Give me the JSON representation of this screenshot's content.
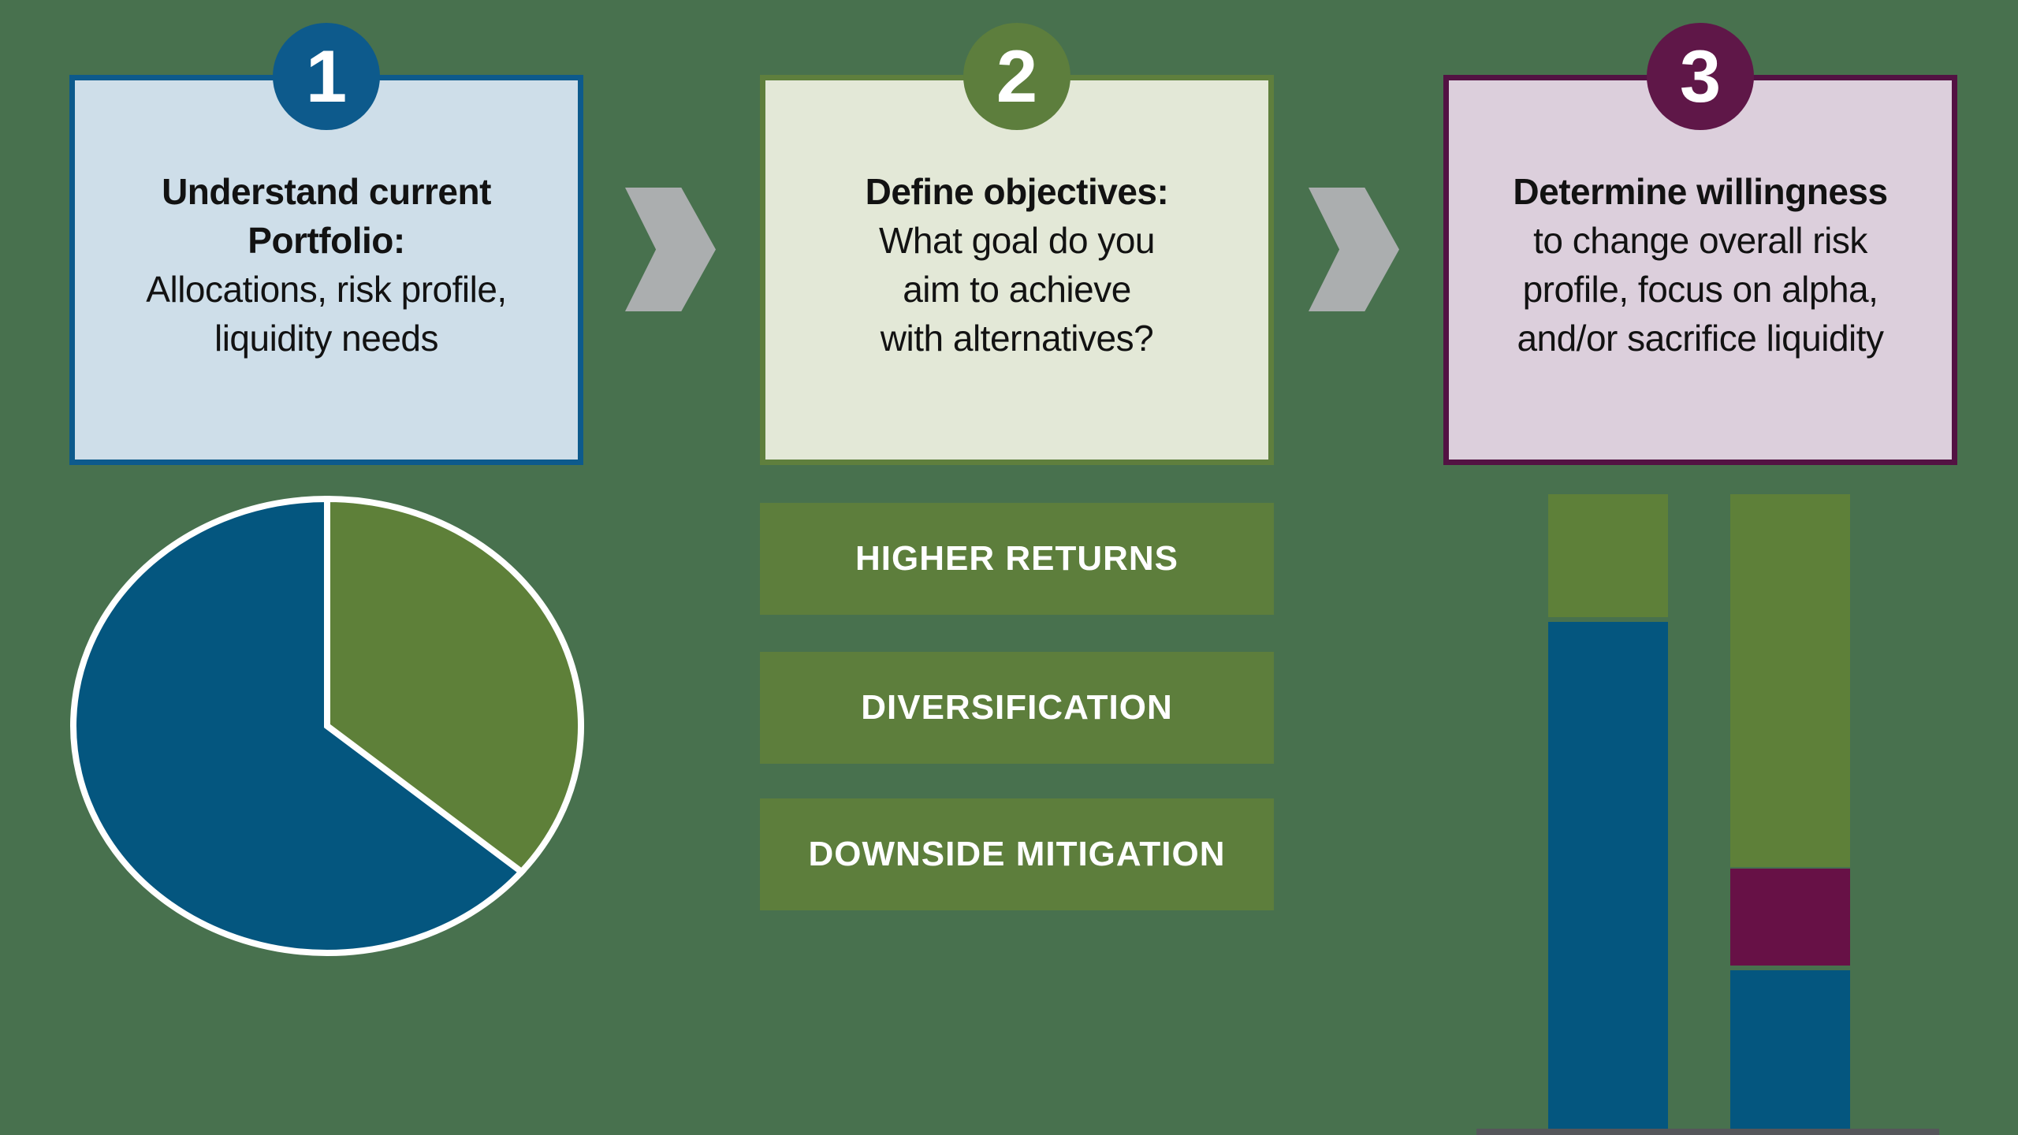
{
  "palette": {
    "background": "#48714E",
    "blue": "#04567F",
    "blue_badge": "#0D5A8C",
    "olive_green": "#5D7E3C",
    "pie_bar_green": "#5E8039",
    "plum": "#5F1748",
    "plum_border": "#531243",
    "bar_purple": "#671146",
    "box1_fill": "#CEDEE9",
    "box2_fill": "#E3E8D7",
    "box3_fill": "#DCCFDC",
    "chevron_gray": "#ABAEAF",
    "axis_gray": "#55565A",
    "text_dark": "#121212",
    "text_light": "#FFFFFF"
  },
  "steps": [
    {
      "number": "1",
      "line1": "Understand current",
      "line2": "Portfolio:",
      "line3": "Allocations, risk profile,",
      "line4": "liquidity needs"
    },
    {
      "number": "2",
      "line1": "Define objectives:",
      "line2": "What goal do you",
      "line3": "aim to achieve",
      "line4": "with alternatives?"
    },
    {
      "number": "3",
      "line1": "Determine willingness",
      "line2": "to change overall risk",
      "line3": "profile, focus on alpha,",
      "line4": "and/or sacrifice liquidity"
    }
  ],
  "objectives": [
    "HIGHER RETURNS",
    "DIVERSIFICATION",
    "DOWNSIDE MITIGATION"
  ],
  "chart_data": [
    {
      "type": "pie",
      "title": "",
      "labels_shown": false,
      "legend": false,
      "start_angle_deg_from_top": 0,
      "slices": [
        {
          "name": "green slice",
          "color": "#5E8039",
          "percent": 36,
          "sweep_deg": 130,
          "direction": "clockwise from 12 o'clock"
        },
        {
          "name": "blue slice",
          "color": "#04567F",
          "percent": 64,
          "sweep_deg": 230
        }
      ],
      "outline_color": "#FFFFFF"
    },
    {
      "type": "bar",
      "stacked": true,
      "title": "",
      "labels_shown": false,
      "legend": false,
      "categories": [
        "left bar",
        "right bar"
      ],
      "bars": [
        {
          "segments_top_to_bottom": [
            {
              "color": "#5E8039",
              "proportion": 0.19
            },
            {
              "color": "#04567F",
              "proportion": 0.81
            }
          ]
        },
        {
          "segments_top_to_bottom": [
            {
              "color": "#5E8039",
              "proportion": 0.59
            },
            {
              "color": "#671146",
              "proportion": 0.15
            },
            {
              "color": "#04567F",
              "proportion": 0.26
            }
          ]
        }
      ],
      "baseline_axis_line": true,
      "axis_line_color": "#55565A"
    }
  ]
}
